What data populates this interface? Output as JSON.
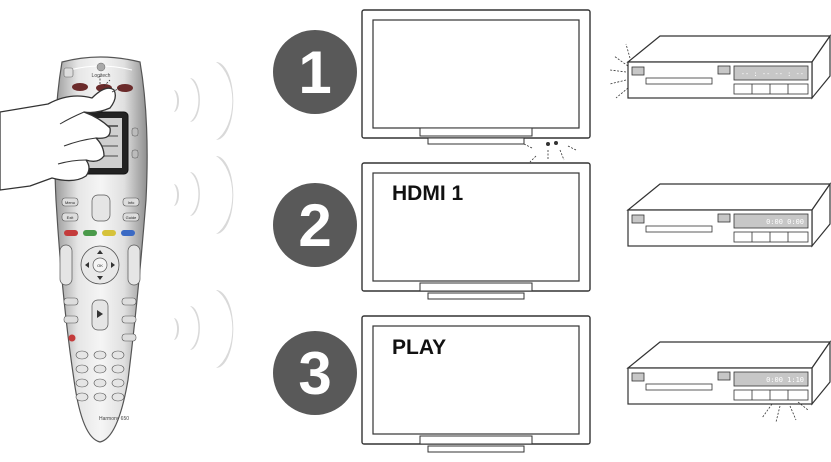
{
  "steps": [
    {
      "number": "1",
      "tv_text": "",
      "player_display": "-- : --  -- : --"
    },
    {
      "number": "2",
      "tv_text": "HDMI 1",
      "player_display": "0:00  0:00"
    },
    {
      "number": "3",
      "tv_text": "PLAY",
      "player_display": "0:00  1:10"
    }
  ],
  "remote": {
    "brand": "Logitech",
    "model": "Harmony 650",
    "buttons": {
      "menu": "Menu",
      "info": "Info",
      "exit": "Exit",
      "guide": "Guide",
      "ok": "OK"
    }
  },
  "colors": {
    "step_circle": "#595959",
    "wave": "#d9d9d9",
    "outline": "#333333",
    "display": "#c7c7c7"
  }
}
